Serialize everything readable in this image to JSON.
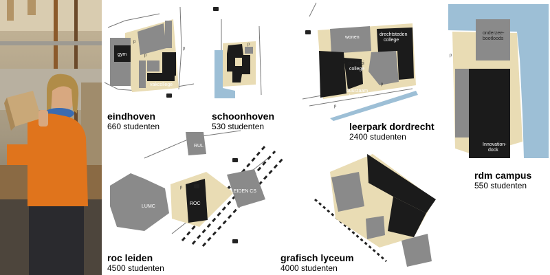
{
  "colors": {
    "site": "#e9dcb4",
    "building": "#1b1b1b",
    "existing": "#8a8a8a",
    "water": "#9dbfd6",
    "road": "#ffffff",
    "roadline": "#777777"
  },
  "photo": {
    "icon": "person-holding-box-photo"
  },
  "maps": {
    "eindhoven": {
      "labels": {
        "gym": "gym",
        "vakcollege": "vakcollege",
        "p": "p"
      },
      "caption": {
        "title": "eindhoven",
        "count": "660 studenten"
      }
    },
    "schoonhoven": {
      "labels": {
        "p": "p"
      },
      "caption": {
        "title": "schoonhoven",
        "count": "530 studenten"
      }
    },
    "dordrecht": {
      "labels": {
        "wonen": "wonen",
        "drechtsteden": "drechtsteden",
        "college": "college",
        "davinci": "da vinci",
        "davinci2": "college",
        "duurzaam": "duurzaam",
        "leren": "leren",
        "p": "p"
      },
      "caption": {
        "title": "leerpark dordrecht",
        "count": "2400 studenten"
      }
    },
    "rdm": {
      "labels": {
        "onderzee": "onderzee-",
        "bootloods": "bootloods",
        "innovation": "Innovation-",
        "dock": "dock",
        "p": "p"
      },
      "caption": {
        "title": "rdm campus",
        "count": "550 studenten"
      }
    },
    "leiden": {
      "labels": {
        "rul": "RUL",
        "lumc": "LUMC",
        "roc": "ROC",
        "leidencs": "LEIDEN CS",
        "p": "p"
      },
      "caption": {
        "title": "roc leiden",
        "count": "4500 studenten"
      }
    },
    "grafisch": {
      "labels": {},
      "caption": {
        "title": "grafisch lyceum",
        "count": "4000 studenten"
      }
    }
  }
}
